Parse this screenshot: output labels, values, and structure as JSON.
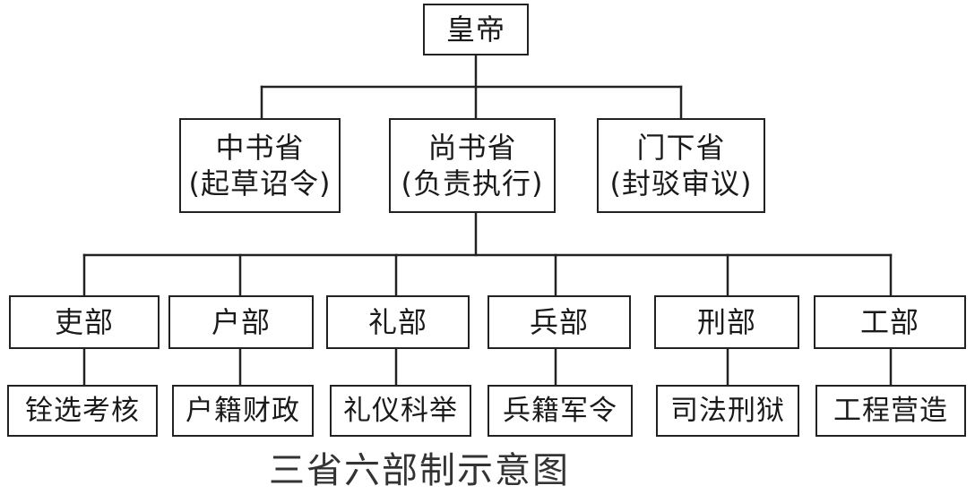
{
  "emperor": "皇帝",
  "provinces": [
    {
      "name": "中书省",
      "role": "(起草诏令)"
    },
    {
      "name": "尚书省",
      "role": "(负责执行)"
    },
    {
      "name": "门下省",
      "role": "(封驳审议)"
    }
  ],
  "ministries": [
    {
      "name": "吏部",
      "duty": "铨选考核"
    },
    {
      "name": "户部",
      "duty": "户籍财政"
    },
    {
      "name": "礼部",
      "duty": "礼仪科举"
    },
    {
      "name": "兵部",
      "duty": "兵籍军令"
    },
    {
      "name": "刑部",
      "duty": "司法刑狱"
    },
    {
      "name": "工部",
      "duty": "工程营造"
    }
  ],
  "caption": "三省六部制示意图"
}
